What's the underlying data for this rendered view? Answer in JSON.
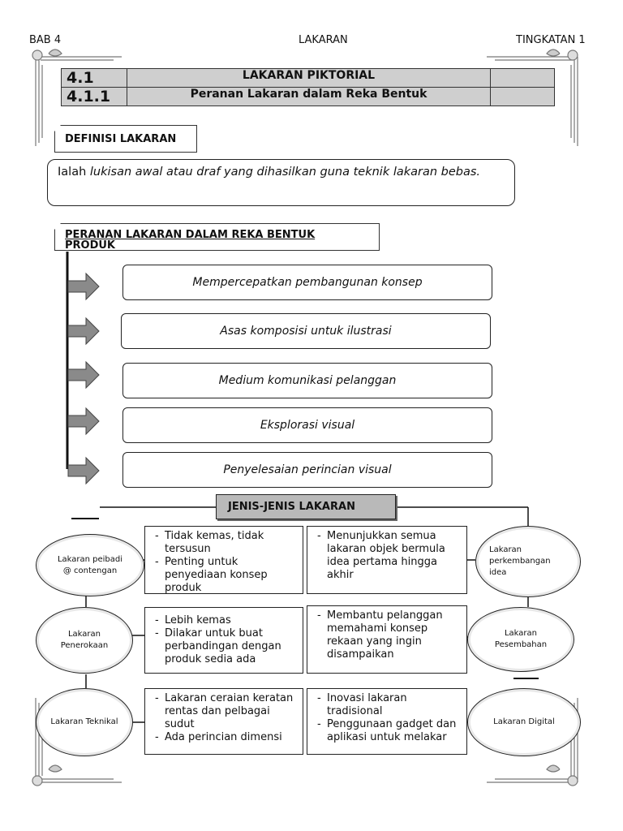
{
  "header": {
    "left": "BAB 4",
    "center": "LAKARAN",
    "right": "TINGKATAN 1"
  },
  "title_table": {
    "row1": {
      "num": "4.1",
      "title": "LAKARAN PIKTORIAL"
    },
    "row2": {
      "num": "4.1.1",
      "title": "Peranan Lakaran dalam Reka Bentuk"
    }
  },
  "definition": {
    "label": "DEFINISI LAKARAN",
    "prefix": "Ialah ",
    "text": "lukisan awal atau draf yang dihasilkan guna teknik lakaran bebas."
  },
  "roles": {
    "label": "PERANAN LAKARAN DALAM REKA BENTUK",
    "label_cut": "PRODUK",
    "items": [
      "Mempercepatkan pembangunan konsep",
      "Asas komposisi untuk ilustrasi",
      "Medium komunikasi pelanggan",
      "Eksplorasi visual",
      "Penyelesaian perincian visual"
    ]
  },
  "types": {
    "label": "JENIS-JENIS LAKARAN",
    "left": [
      "Lakaran peibadi @ contengan",
      "Lakaran Penerokaan",
      "Lakaran Teknikal"
    ],
    "right": [
      "Lakaran perkembangan idea",
      "Lakaran Pesembahan",
      "Lakaran Digital"
    ],
    "left_desc": [
      [
        "Tidak kemas, tidak tersusun",
        "Penting untuk penyediaan konsep produk"
      ],
      [
        "Lebih kemas",
        "Dilakar untuk buat perbandingan dengan produk sedia ada"
      ],
      [
        "Lakaran ceraian keratan rentas dan pelbagai sudut",
        "Ada perincian dimensi"
      ]
    ],
    "right_desc": [
      [
        "Menunjukkan semua lakaran objek bermula idea pertama hingga akhir"
      ],
      [
        "Membantu pelanggan memahami konsep rekaan yang ingin disampaikan"
      ],
      [
        "Inovasi lakaran tradisional",
        "Penggunaan gadget dan aplikasi untuk melakar"
      ]
    ]
  }
}
